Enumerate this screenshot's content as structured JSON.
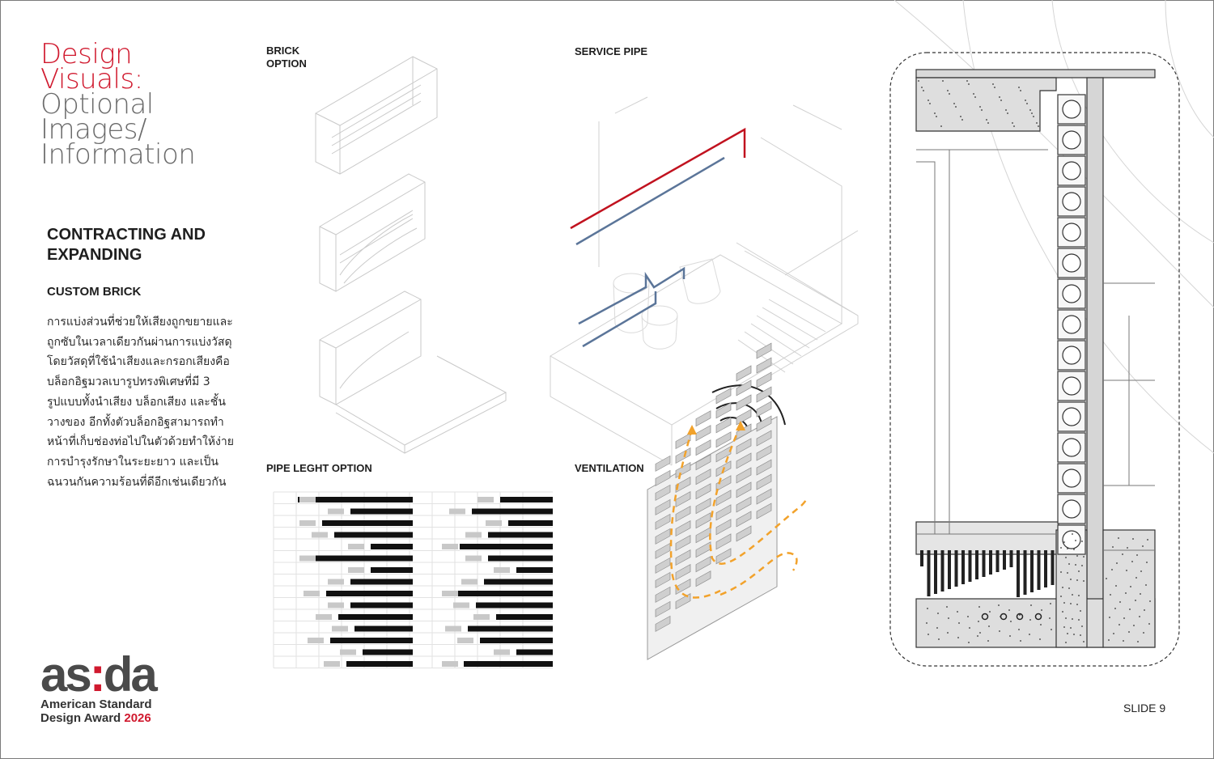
{
  "title": {
    "line1": "Design",
    "line2": "Visuals:",
    "line3": "Optional",
    "line4": "Images/",
    "line5": "Information"
  },
  "section": {
    "heading_line1": "CONTRACTING AND",
    "heading_line2": "EXPANDING",
    "subheading": "CUSTOM BRICK",
    "body_lines": [
      "การแบ่งส่วนที่ช่วยให้เสียงถูกขยายและ",
      "ถูกซับในเวลาเดียวกันผ่านการแบ่งวัสดุ",
      "โดยวัสดุที่ใช้นำเสียงและกรอกเสียงคือ",
      "บล็อกอิฐมวลเบารูปทรงพิเศษที่มี 3",
      "รูปแบบทั้งนำเสียง บล็อกเสียง และชั้น",
      "วางของ อีกทั้งตัวบล็อกอิฐสามารถทำ",
      "หน้าที่เก็บช่องท่อไปในตัวด้วยทำให้ง่าย",
      "การบำรุงรักษาในระยะยาว และเป็น",
      "ฉนวนกันความร้อนที่ดีอีกเช่นเดียวกัน"
    ]
  },
  "labels": {
    "brick_option_line1": "BRICK",
    "brick_option_line2": "OPTION",
    "service_pipe": "SERVICE PIPE",
    "pipe_length_option": "PIPE LEGHT OPTION",
    "ventilation": "VENTILATION"
  },
  "logo": {
    "part1": "as",
    "colon": ":",
    "part2": "da",
    "line1": "American Standard",
    "line2": "Design Award",
    "year": "2026"
  },
  "slide_number": "SLIDE 9",
  "colors": {
    "accent_red": "#d0192e",
    "title_grey": "#6b6b6b",
    "pipe_red": "#c1121f",
    "pipe_blue": "#5b7599",
    "vent_orange": "#f2a22b"
  },
  "icons": {
    "section_symbol": "white-circle-in-block"
  }
}
